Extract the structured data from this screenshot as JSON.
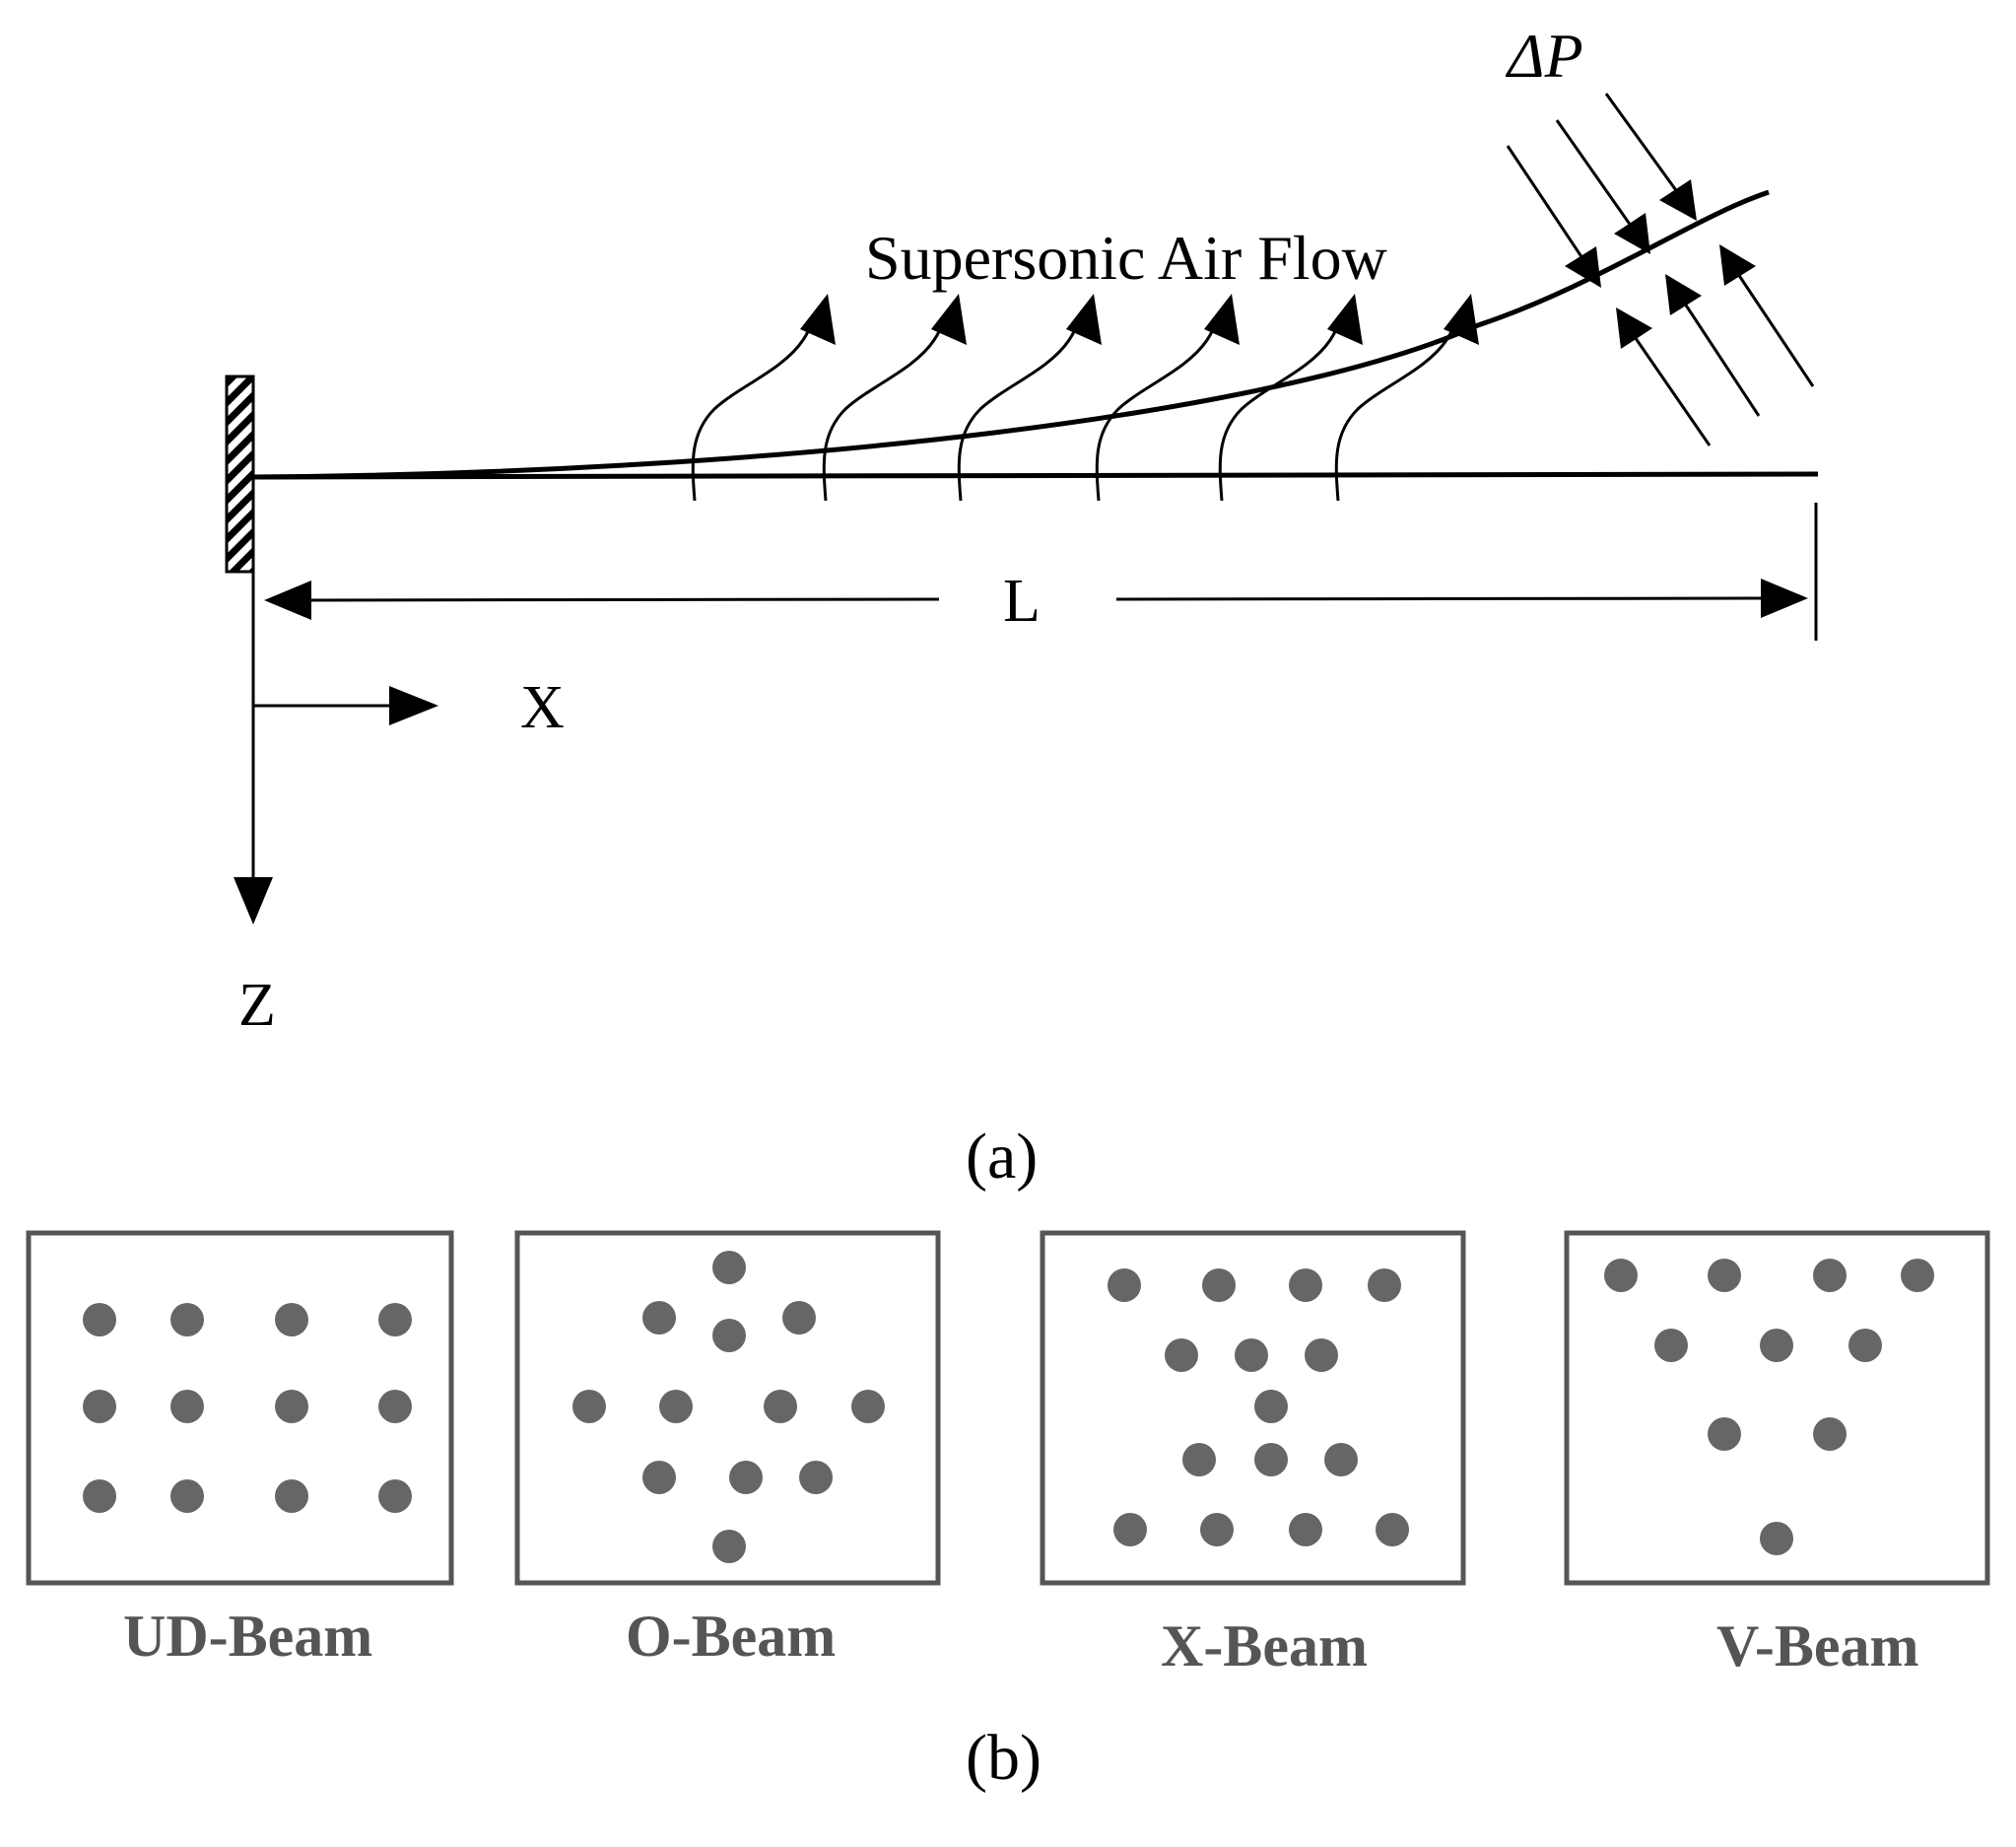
{
  "panel_a": {
    "caption": "(a)",
    "flow_label": "Supersonic Air Flow",
    "pressure_label": "ΔP",
    "length_label": "L",
    "x_axis_label": "X",
    "z_axis_label": "Z"
  },
  "panel_b": {
    "caption": "(b)",
    "beams": [
      {
        "label": "UD-Beam"
      },
      {
        "label": "O-Beam"
      },
      {
        "label": "X-Beam"
      },
      {
        "label": "V-Beam"
      }
    ]
  }
}
